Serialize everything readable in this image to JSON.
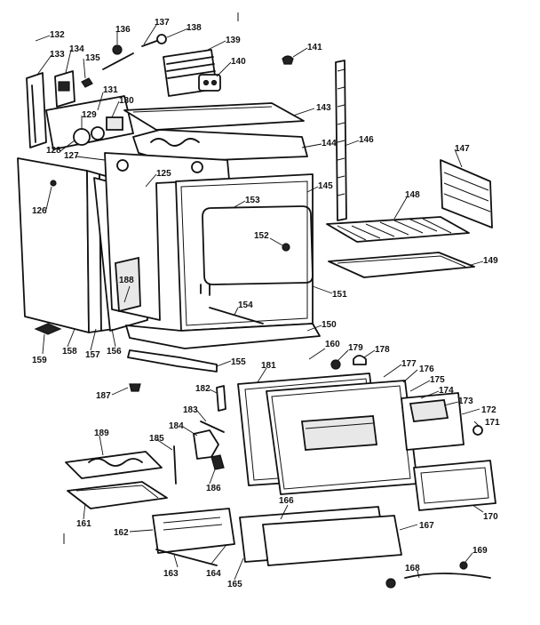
{
  "part_labels": [
    "132",
    "133",
    "134",
    "135",
    "136",
    "137",
    "138",
    "139",
    "140",
    "141",
    "131",
    "130",
    "129",
    "128",
    "127",
    "125",
    "126",
    "143",
    "144",
    "145",
    "146",
    "147",
    "148",
    "149",
    "153",
    "152",
    "151",
    "150",
    "154",
    "155",
    "158",
    "157",
    "156",
    "159",
    "188",
    "160",
    "179",
    "178",
    "181",
    "182",
    "183",
    "184",
    "185",
    "186",
    "187",
    "189",
    "161",
    "162",
    "163",
    "164",
    "165",
    "166",
    "167",
    "168",
    "169",
    "170",
    "171",
    "172",
    "173",
    "174",
    "175",
    "176",
    "177"
  ]
}
